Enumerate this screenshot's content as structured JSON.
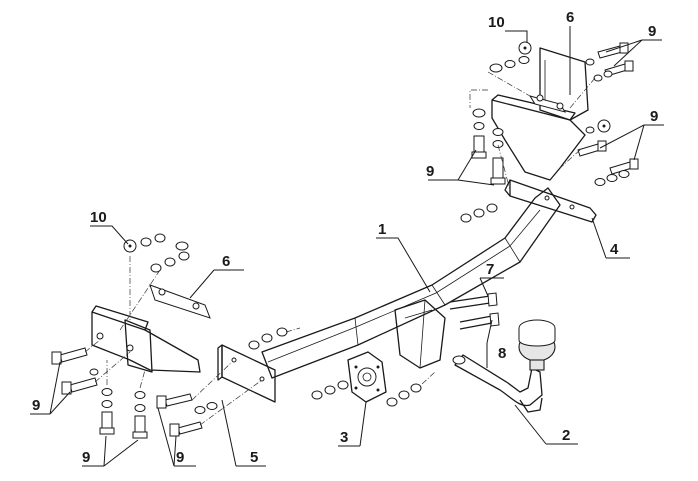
{
  "callouts": {
    "frame": "1",
    "tow_ball": "2",
    "socket_plate": "3",
    "right_plate": "4",
    "left_plate": "5",
    "bracket_top": "6",
    "bracket_left": "6",
    "bolt_7": "7",
    "bolt_8": "8",
    "bolts_top_right": "9",
    "bolts_mid_right": "9",
    "bolts_top_left_column": "9",
    "bolts_left_a": "9",
    "bolts_left_b": "9",
    "bolts_left_c": "9",
    "washer_top": "10",
    "washer_left": "10"
  }
}
